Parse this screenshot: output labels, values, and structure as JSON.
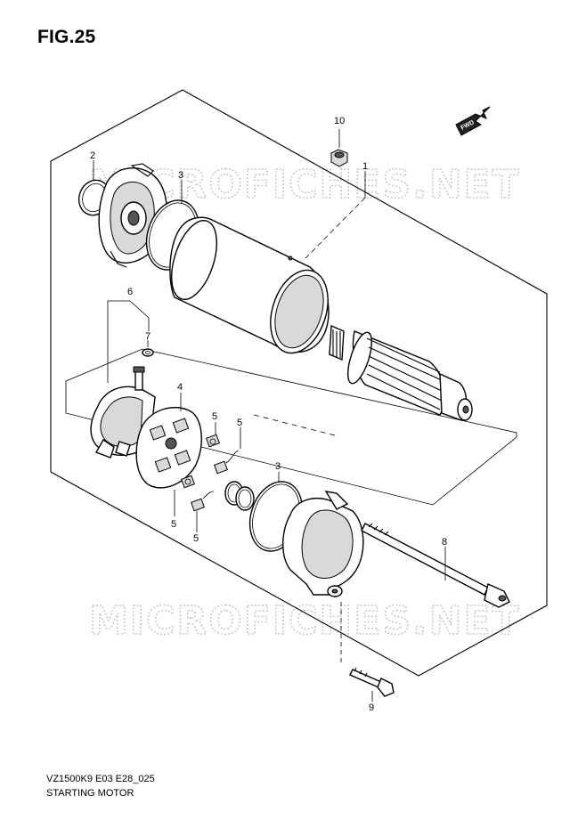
{
  "figure": {
    "title": "FIG.25",
    "model_code": "VZ1500K9 E03 E28_025",
    "name": "STARTING MOTOR"
  },
  "watermark": "MICROFICHES.NET",
  "fwd_label": "FWD",
  "callouts": [
    "1",
    "2",
    "3",
    "3",
    "4",
    "5",
    "5",
    "5",
    "5",
    "6",
    "7",
    "8",
    "9",
    "10"
  ]
}
